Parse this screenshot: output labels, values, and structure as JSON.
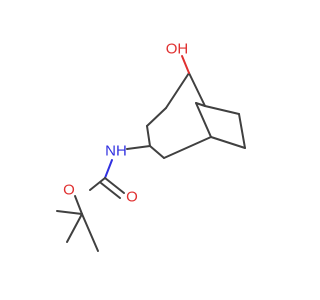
{
  "molecule": {
    "atoms": {
      "oh": {
        "label": "OH",
        "color": "#e03030"
      },
      "nh": {
        "label": "NH",
        "color": "#3030e0"
      },
      "o_carbonyl": {
        "label": "O",
        "color": "#e03030"
      },
      "o_ester": {
        "label": "O",
        "color": "#e03030"
      }
    },
    "bond_color": "#404040",
    "background": "#ffffff"
  }
}
